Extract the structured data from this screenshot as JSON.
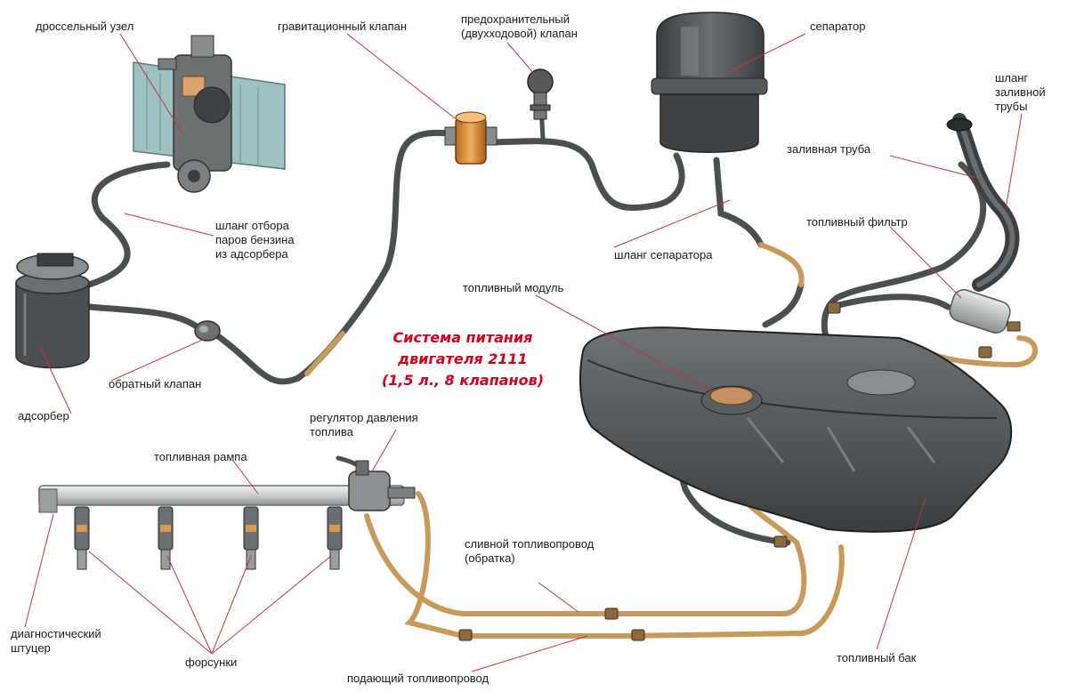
{
  "title": {
    "line1": "Система питания",
    "line2": "двигателя 2111",
    "line3": "(1,5 л., 8 клапанов)"
  },
  "labels": {
    "throttle": "дроссельный узел",
    "gravity_valve": "гравитационный клапан",
    "safety_valve": "предохранительный\n(двухходовой) клапан",
    "separator": "сепаратор",
    "filler_hose": "шланг\nзаливной\nтрубы",
    "filler_pipe": "заливная труба",
    "fuel_filter": "топливный фильтр",
    "vapor_hose": "шланг отбора\nпаров бензина\nиз адсорбера",
    "separator_hose": "шланг сепаратора",
    "fuel_module": "топливный модуль",
    "adsorber": "адсорбер",
    "check_valve": "обратный клапан",
    "pressure_regulator": "регулятор давления\nтоплива",
    "fuel_rail": "топливная рампа",
    "return_line": "сливной топливопровод\n(обратка)",
    "diag_fitting": "диагностический\nштуцер",
    "injectors": "форсунки",
    "supply_line": "подающий топливопровод",
    "fuel_tank": "топливный бак"
  },
  "colors": {
    "leader": "#c8323c",
    "title": "#d4001a",
    "hose": "#4a4f52",
    "fuel_pipe": "#c89a5a",
    "tank": "#4c5052",
    "engine": "#9fc3c3"
  },
  "icons": [
    "throttle-body-icon",
    "adsorber-icon",
    "separator-icon",
    "gravity-valve-icon",
    "safety-valve-icon",
    "fuel-filter-icon",
    "fuel-tank-icon",
    "fuel-rail-icon",
    "injector-icon",
    "pressure-regulator-icon",
    "check-valve-icon",
    "filler-pipe-icon"
  ]
}
